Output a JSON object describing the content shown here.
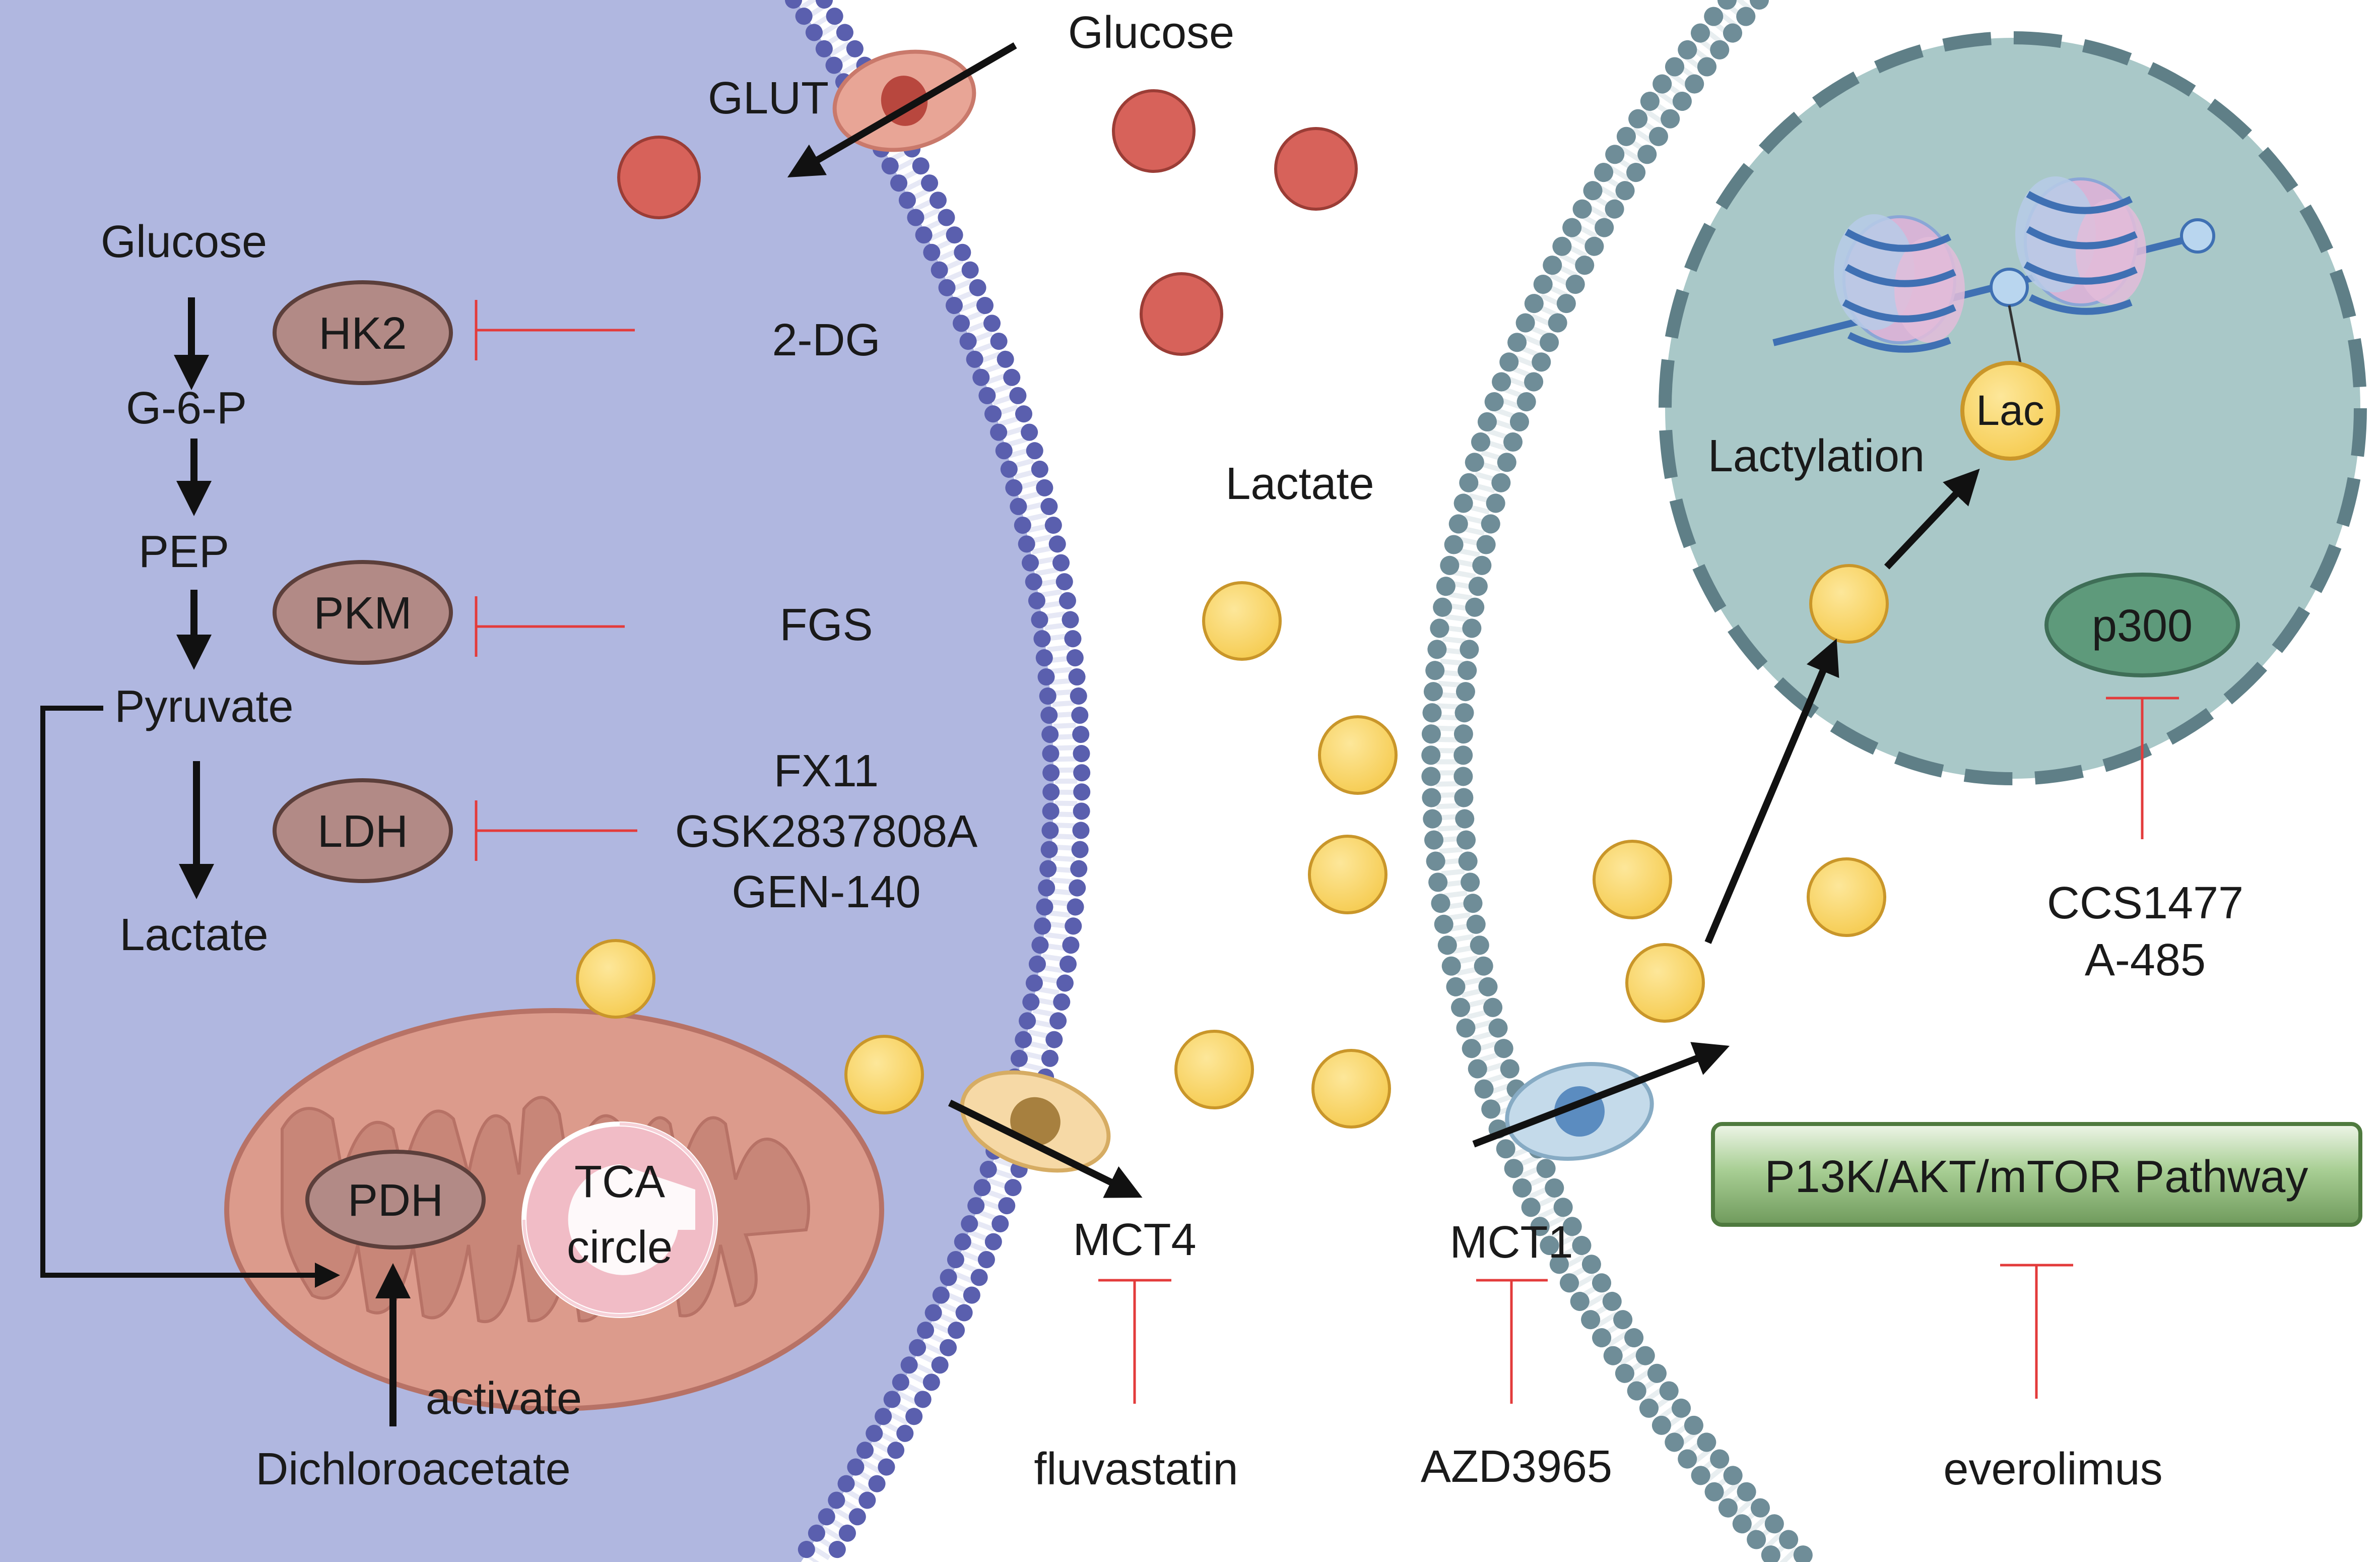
{
  "colors": {
    "cell_fill": "#b0b7e0",
    "membrane_left": "#5a5fae",
    "membrane_right": "#6f8d98",
    "nucleus_fill": "#a9c8c8",
    "nucleus_border": "#5f7f87",
    "enzyme_fill": "#b28a86",
    "glucose_dot": "#d7625a",
    "lactate_dot": "#f9d66b",
    "inhibitor": "#e33b3b",
    "pathway_fill": "#8cb77c"
  },
  "labels": {
    "glucose_outside": "Glucose",
    "glut": "GLUT",
    "glucose_pathway": "Glucose",
    "g6p": "G-6-P",
    "pep": "PEP",
    "pyruvate": "Pyruvate",
    "lactate_inside": "Lactate",
    "lactate_outside": "Lactate",
    "hk2": "HK2",
    "pkm": "PKM",
    "ldh": "LDH",
    "drug_2dg": "2-DG",
    "drug_fgs": "FGS",
    "drug_fx11": "FX11",
    "drug_gsk": "GSK2837808A",
    "drug_gen": "GEN-140",
    "pdh": "PDH",
    "tca_line1": "TCA",
    "tca_line2": "circle",
    "activate": "activate",
    "dichloroacetate": "Dichloroacetate",
    "mct4": "MCT4",
    "mct1": "MCT1",
    "fluvastatin": "fluvastatin",
    "azd3965": "AZD3965",
    "lac": "Lac",
    "lactylation": "Lactylation",
    "p300": "p300",
    "ccs1477": "CCS1477",
    "a485": "A-485",
    "pathway": "P13K/AKT/mTOR Pathway",
    "everolimus": "everolimus"
  }
}
